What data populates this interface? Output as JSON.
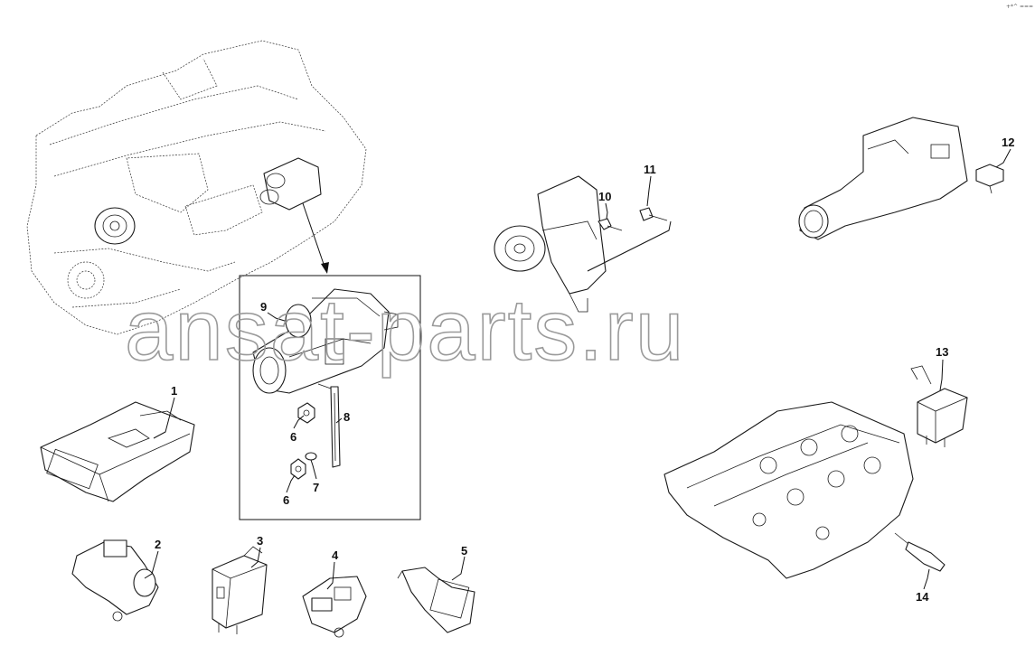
{
  "watermark": "ansat-parts.ru",
  "corner_mark": "+*^ ===",
  "callouts": {
    "c1": "1",
    "c2": "2",
    "c3": "3",
    "c4": "4",
    "c5": "5",
    "c6a": "6",
    "c6b": "6",
    "c7": "7",
    "c8": "8",
    "c9": "9",
    "c10": "10",
    "c11": "11",
    "c12": "12",
    "c13": "13",
    "c14": "14"
  }
}
